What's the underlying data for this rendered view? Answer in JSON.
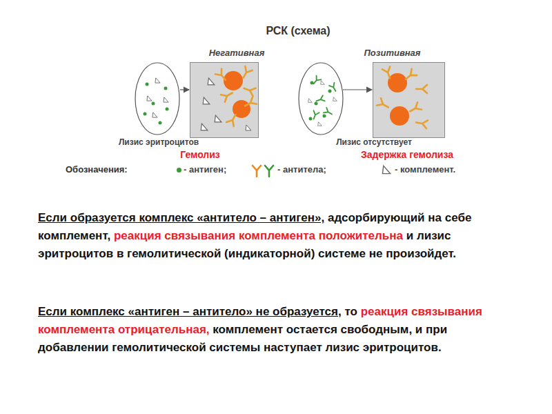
{
  "diagram": {
    "title": "РСК (схема)",
    "nodes": [
      {
        "text": [
          "Негативная"
        ]
      },
      {
        "text": [
          "Позитивная"
        ]
      }
    ],
    "labels": [
      "Лизис эритроцитов",
      "Гемолиз",
      "Лизис отсутствует",
      "Задержка гемолиза",
      "Обозначения:",
      "Если образуется комплекс «антитело – антиген»,",
      "адсорбирующий на себе комплемент,",
      "реакция связывания комплемента положительна",
      "и лизис эритроцитов в гемолитической (индикаторной) системе не произойдет.",
      "Если комплекс «антиген – антитело» не образуется,",
      "то",
      "реакция связывания комплемента отрицательная,",
      "комплемент остается свободным, и при добавлении гемолитической системы наступает лизис эритроцитов."
    ],
    "legend": [
      {
        "text": "- антиген;",
        "color": "#3a9a3a"
      },
      {
        "text": "- антитела;"
      },
      {
        "text": "- комплемент."
      }
    ]
  }
}
